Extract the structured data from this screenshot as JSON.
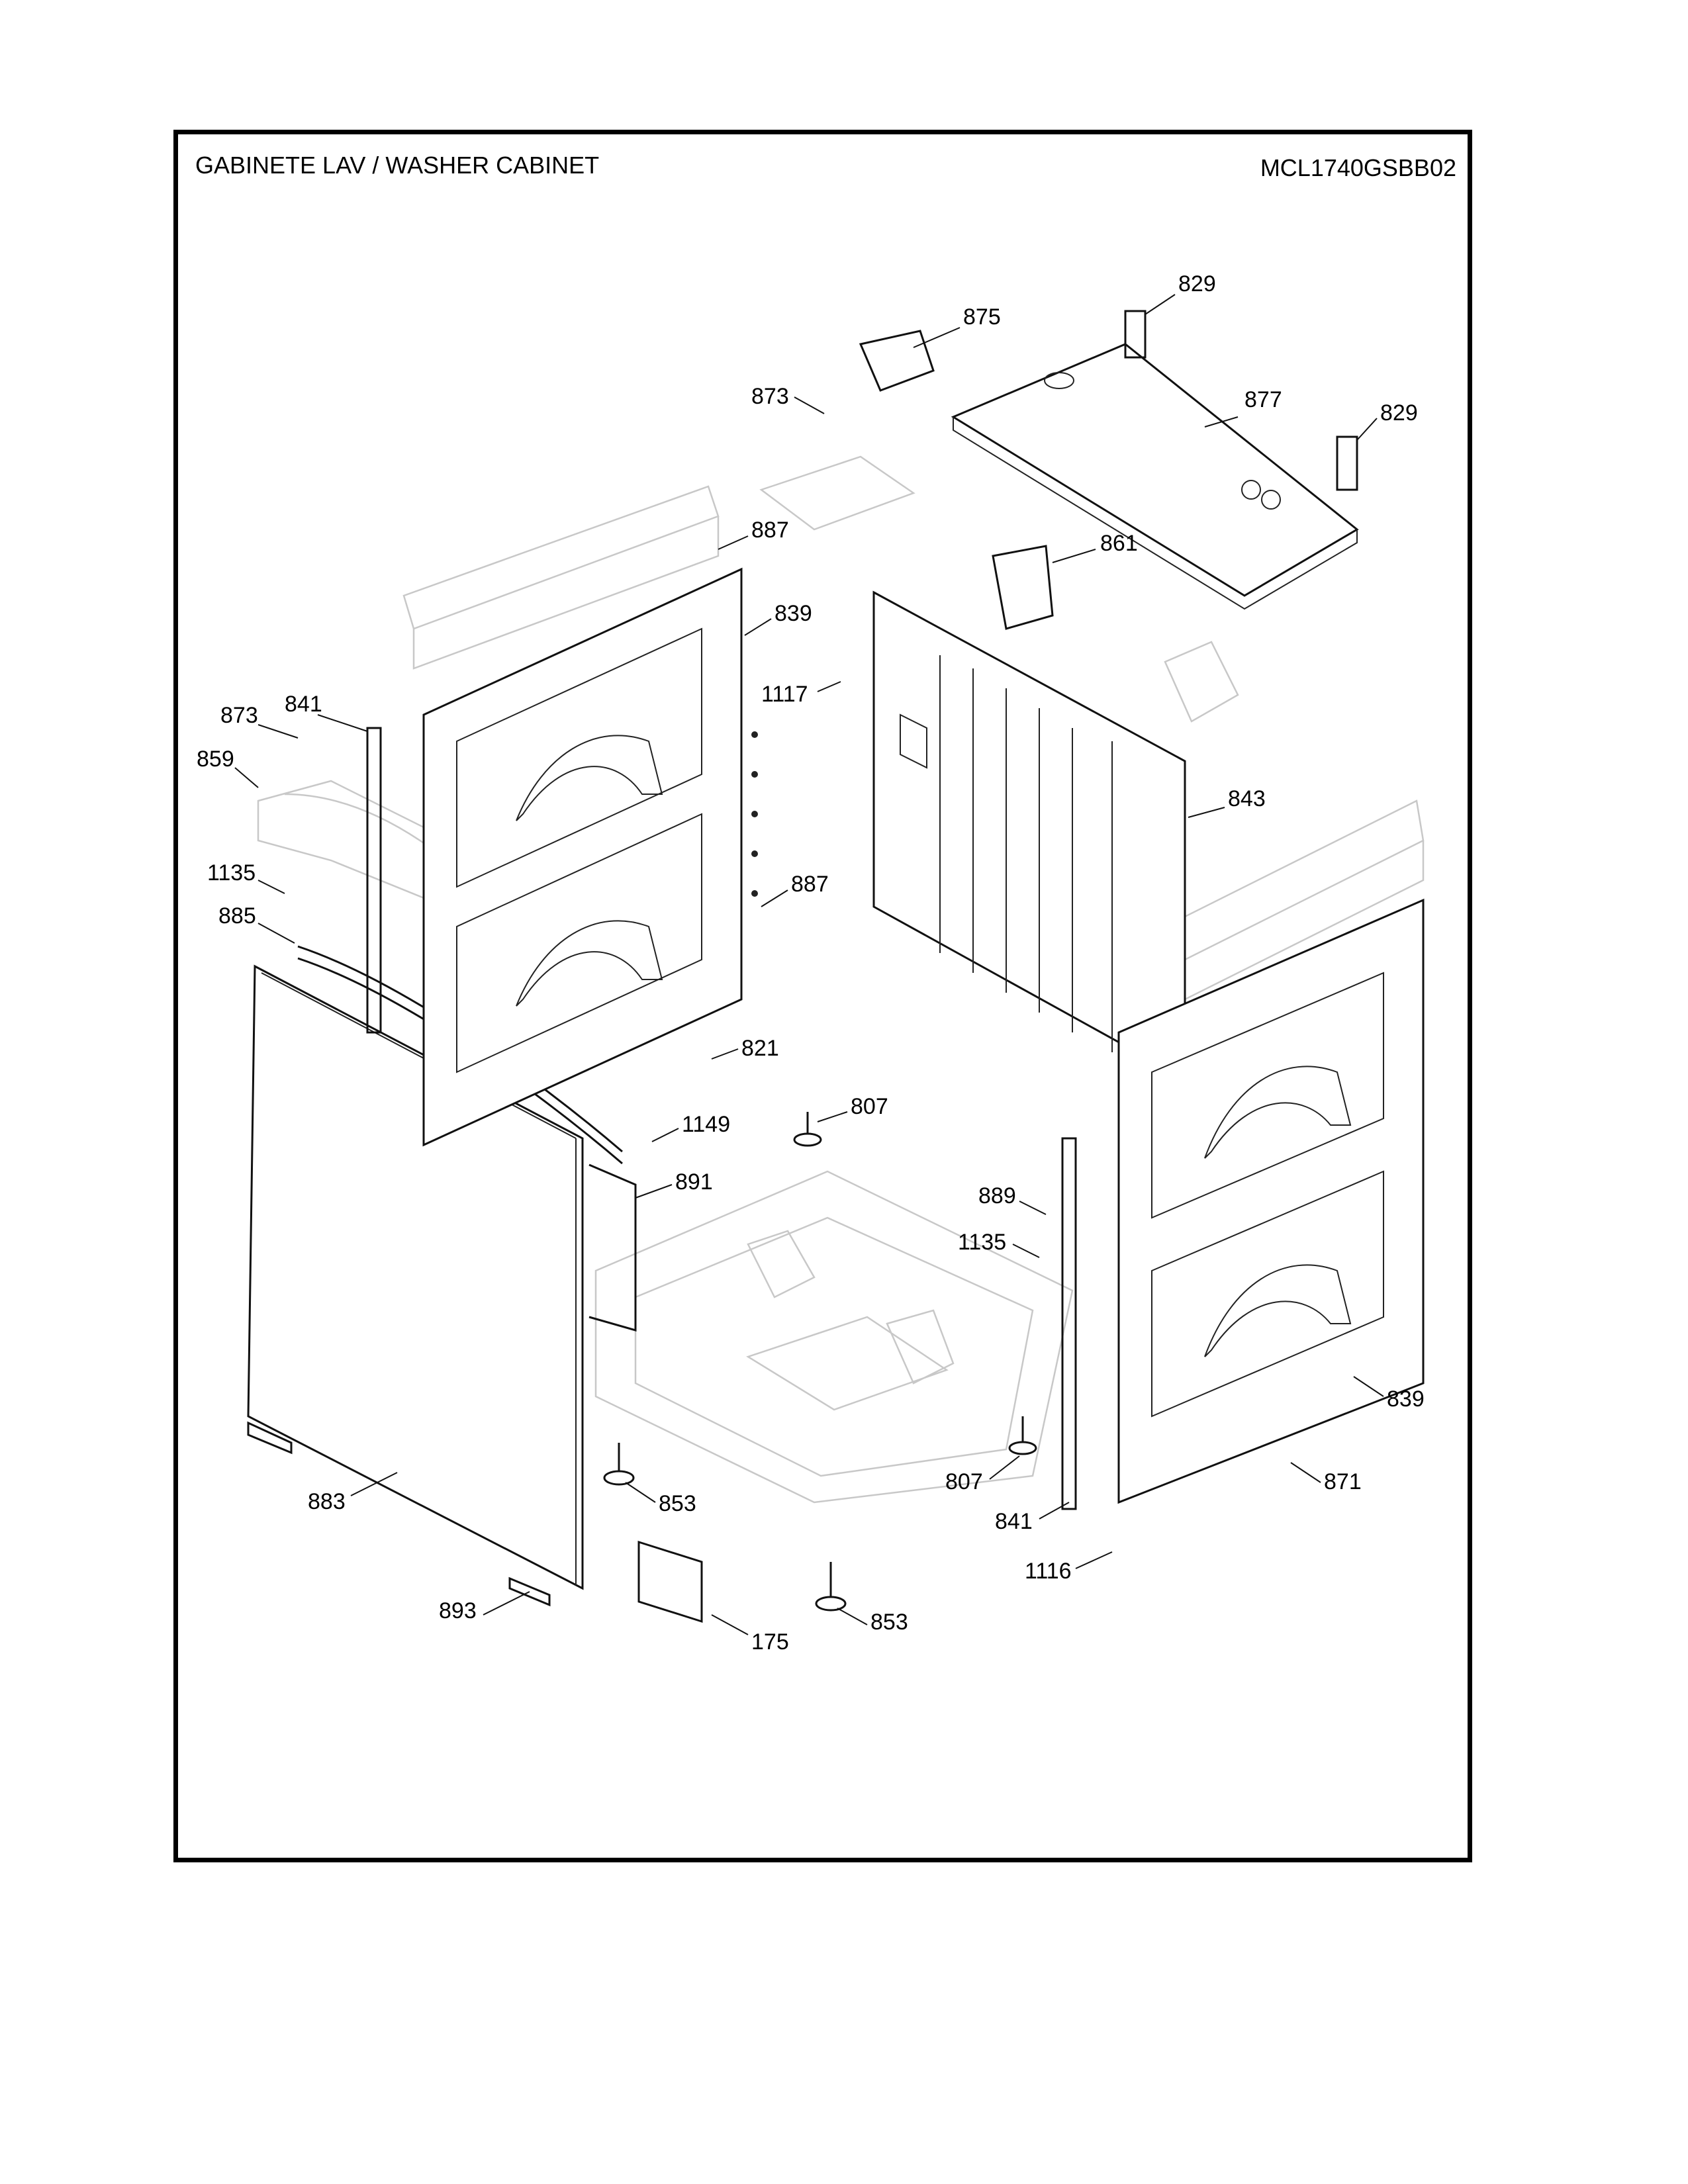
{
  "header": {
    "title": "GABINETE LAV / WASHER CABINET",
    "model": "MCL1740GSBB02"
  },
  "callouts": [
    "829",
    "875",
    "873",
    "877",
    "829",
    "887",
    "861",
    "839",
    "1117",
    "841",
    "873",
    "859",
    "843",
    "1135",
    "887",
    "885",
    "821",
    "807",
    "1149",
    "891",
    "889",
    "1135",
    "839",
    "807",
    "853",
    "871",
    "841",
    "883",
    "1116",
    "893",
    "853",
    "175"
  ]
}
